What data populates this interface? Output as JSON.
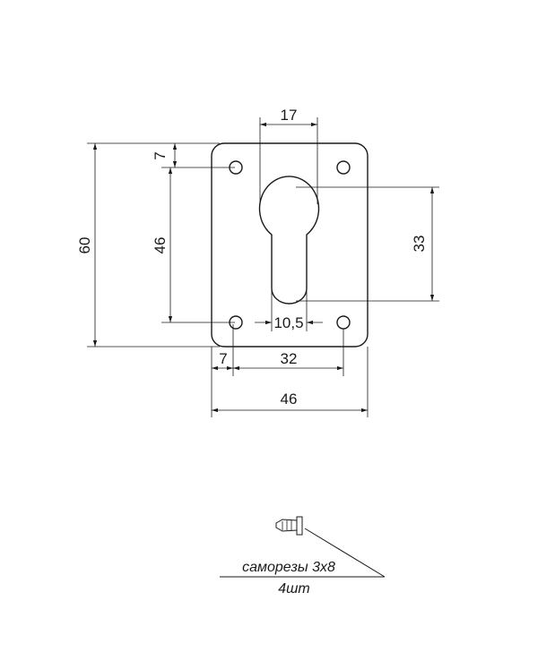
{
  "dimensions": {
    "slot_width": "17",
    "top_hole_offset": "7",
    "hole_spacing_vertical": "46",
    "overall_height": "60",
    "slot_length": "33",
    "slot_narrow_width": "10,5",
    "left_hole_offset": "7",
    "hole_spacing_horizontal": "32",
    "overall_width": "46"
  },
  "note": {
    "screws": "саморезы 3x8",
    "quantity": "4шт"
  }
}
